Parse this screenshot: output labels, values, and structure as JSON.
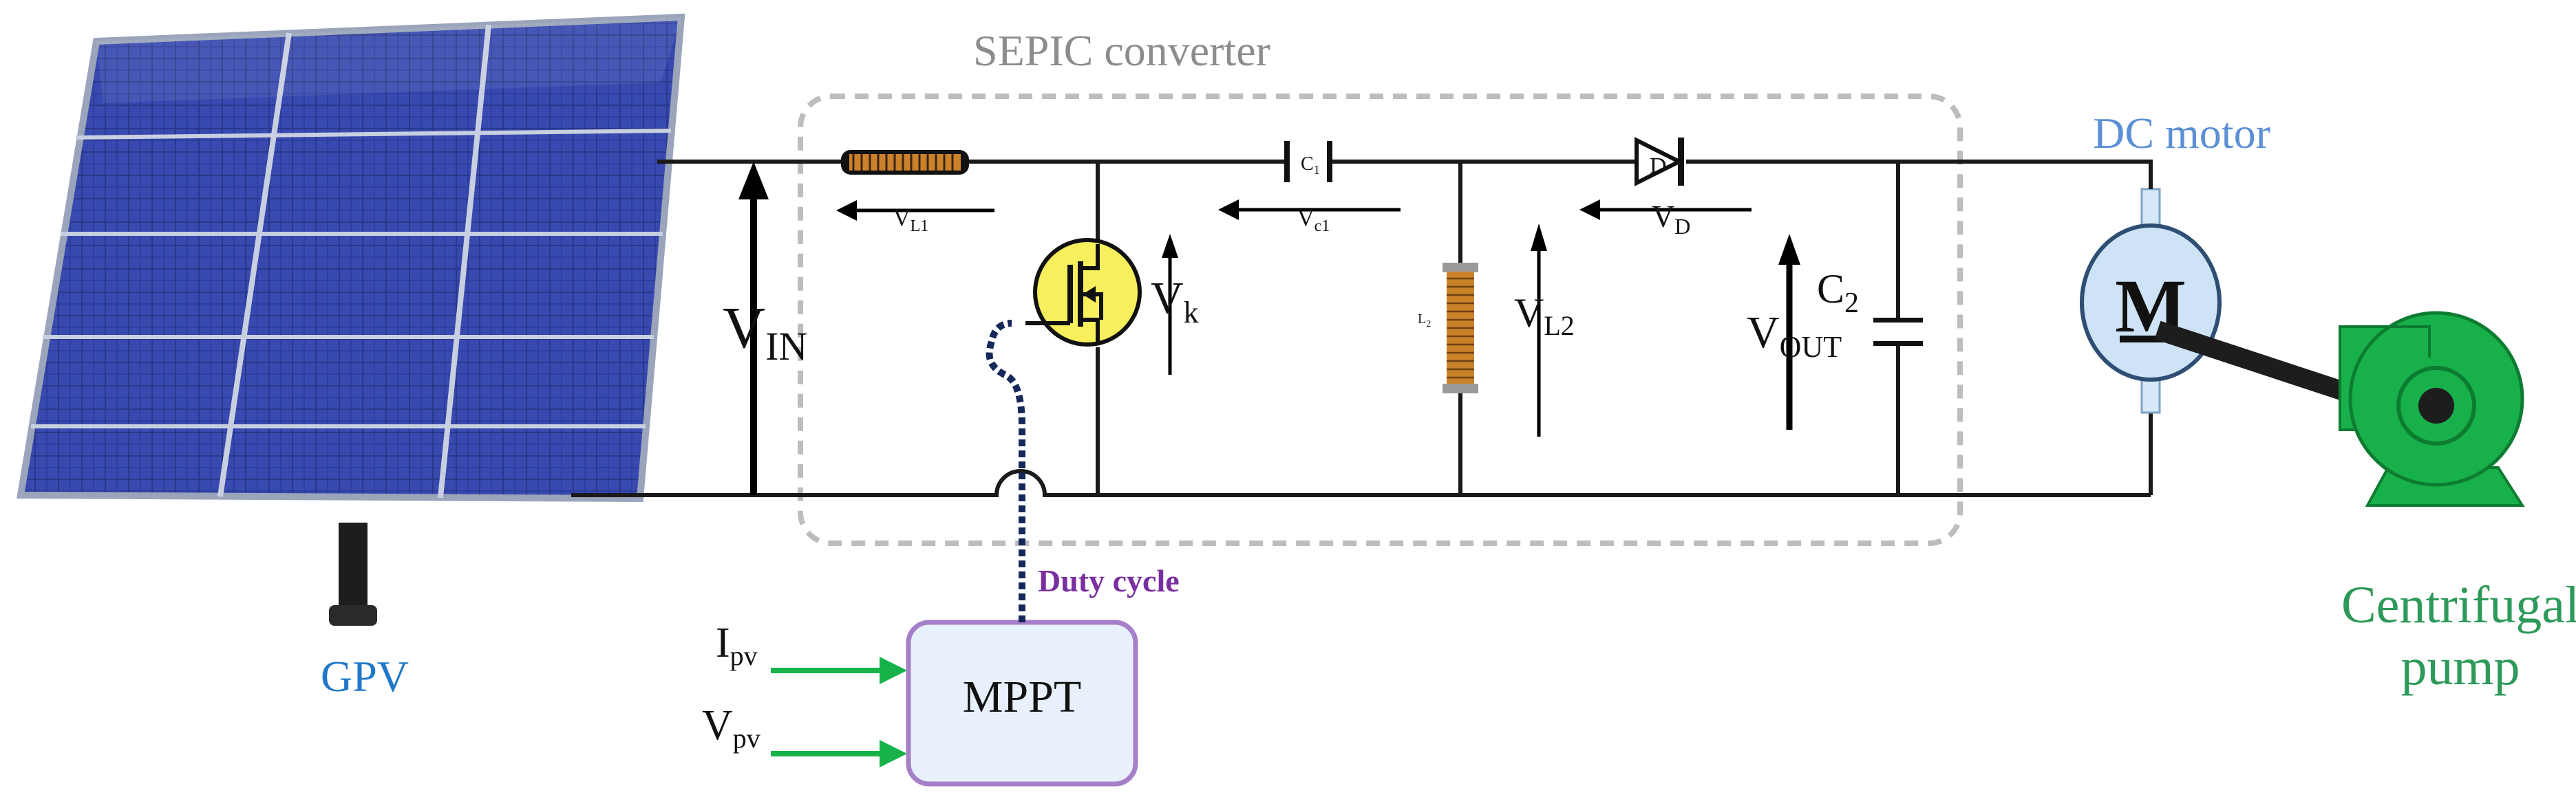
{
  "converter": {
    "title": "SEPIC converter"
  },
  "motor": {
    "title": "DC motor",
    "symbol": "M"
  },
  "pump": {
    "title_line1": "Centrifugal",
    "title_line2": "pump"
  },
  "pv_array": {
    "label": "GPV"
  },
  "controller": {
    "label": "MPPT",
    "duty_label": "Duty cycle"
  },
  "inputs": {
    "ipv_main": "I",
    "ipv_sub": "pv",
    "vpv_main": "V",
    "vpv_sub": "pv"
  },
  "voltages": {
    "vin_main": "V",
    "vin_sub": "IN",
    "vl1_main": "V",
    "vl1_sub": "L1",
    "vc1_main": "V",
    "vc1_sub": "c1",
    "vd_main": "V",
    "vd_sub": "D",
    "vk_main": "V",
    "vk_sub": "k",
    "vl2_main": "V",
    "vl2_sub": "L2",
    "vout_main": "V",
    "vout_sub": "OUT"
  },
  "components": {
    "c1": "C",
    "c1_sub": "1",
    "l2": "L",
    "l2_sub": "2",
    "d": "D",
    "c2_main": "C",
    "c2_sub": "2"
  },
  "colors": {
    "pv_label": "#1f78c8",
    "motor_label": "#5b8fd6",
    "pump_label": "#2e9a5a",
    "pump_body": "#18b04a",
    "duty": "#7a2fa0",
    "mppt_border": "#a57fc7",
    "mppt_fill": "#e8f1fb",
    "signal_arrow": "#17b34a",
    "mosfet_fill": "#f7ef5c",
    "motor_fill": "#cfe3f7",
    "inductor": "#c9822a",
    "panel": "#2f3f9c"
  }
}
